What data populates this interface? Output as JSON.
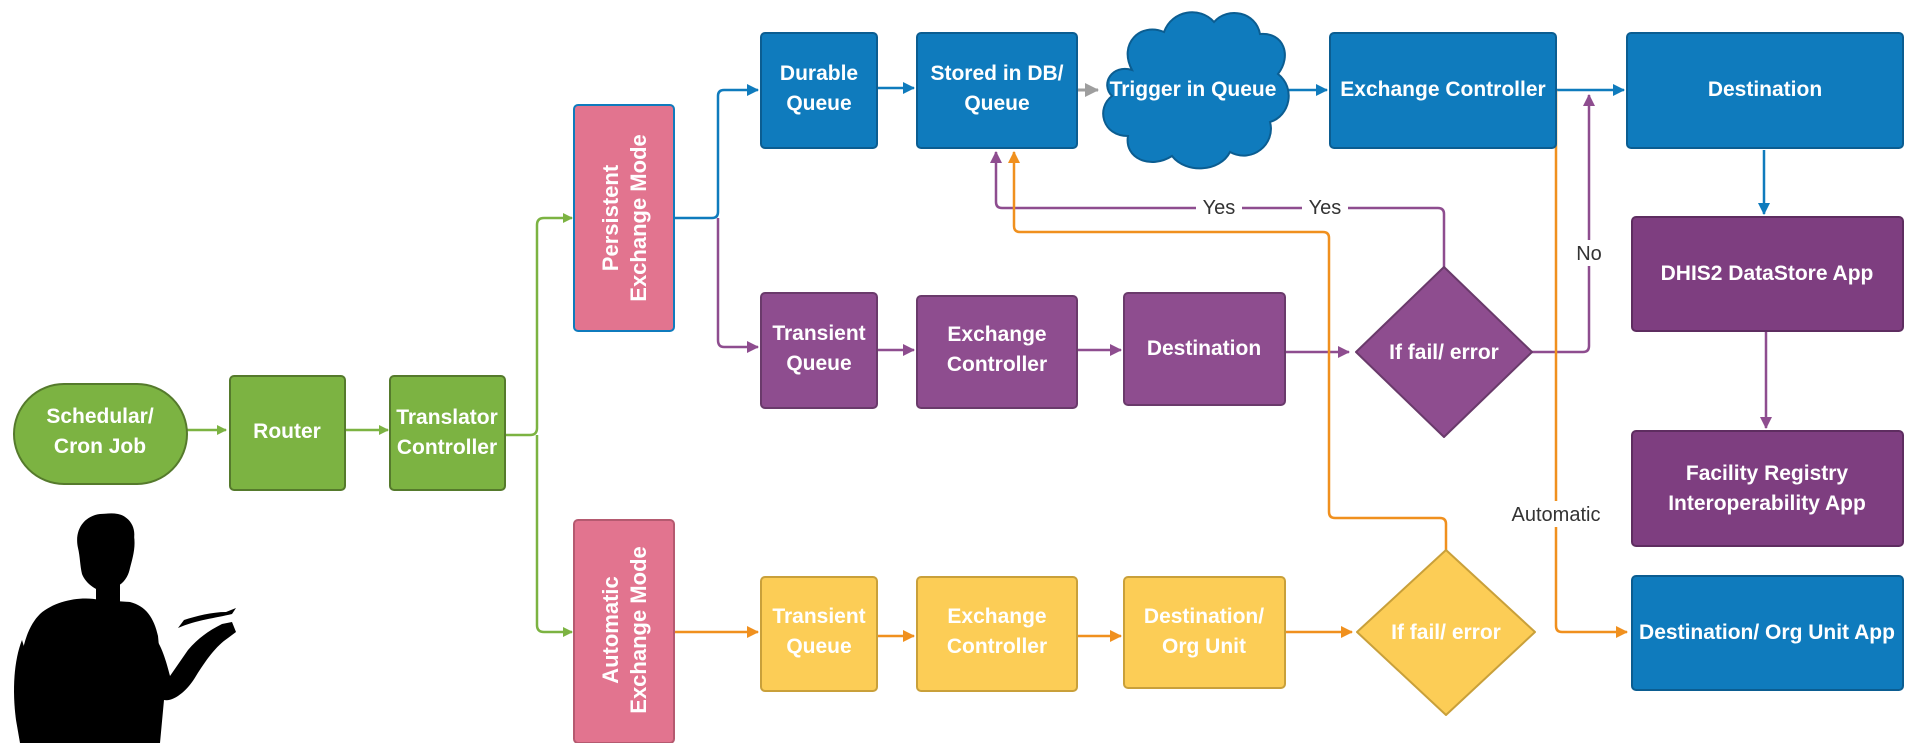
{
  "colors": {
    "green": "#7cb342",
    "green_stroke": "#557a2c",
    "blue": "#0f7bbd",
    "blue_stroke": "#0b5d91",
    "purple": "#8e4d8f",
    "purple_stroke": "#6a3a6b",
    "yellow": "#fccd56",
    "yellow_stroke": "#c9a03a",
    "pink": "#e2748f",
    "pink_stroke": "#b55a70",
    "orange_line": "#f0901e",
    "gray_arrow": "#9e9e9e",
    "dark_purple_box": "#7e3e80"
  },
  "nodes": {
    "scheduler": [
      "Schedular/",
      "Cron Job"
    ],
    "router": [
      "Router"
    ],
    "translator": [
      "Translator",
      "Controller"
    ],
    "persistent_mode": [
      "Persistent",
      "Exchange Mode"
    ],
    "automatic_mode": [
      "Automatic",
      "Exchange Mode"
    ],
    "durable_queue": [
      "Durable",
      "Queue"
    ],
    "stored_db": [
      "Stored in DB/",
      "Queue"
    ],
    "trigger_queue": [
      "Trigger in Queue"
    ],
    "exchange_controller_top": [
      "Exchange Controller"
    ],
    "destination_top": [
      "Destination"
    ],
    "dhis2_app": [
      "DHIS2 DataStore App"
    ],
    "facility_registry": [
      "Facility Registry",
      "Interoperability App"
    ],
    "dest_org_unit_app": [
      "Destination/ Org Unit App"
    ],
    "transient_queue_purple": [
      "Transient",
      "Queue"
    ],
    "exchange_controller_purple": [
      "Exchange",
      "Controller"
    ],
    "destination_purple": [
      "Destination"
    ],
    "if_fail_purple": [
      "If fail/ error"
    ],
    "transient_queue_yellow": [
      "Transient",
      "Queue"
    ],
    "exchange_controller_yellow": [
      "Exchange",
      "Controller"
    ],
    "destination_yellow": [
      "Destination/",
      "Org Unit"
    ],
    "if_fail_yellow": [
      "If fail/ error"
    ]
  },
  "edge_labels": {
    "yes_1": "Yes",
    "yes_2": "Yes",
    "no": "No",
    "automatic": "Automatic"
  },
  "icons": [
    "presenter-silhouette-icon"
  ]
}
